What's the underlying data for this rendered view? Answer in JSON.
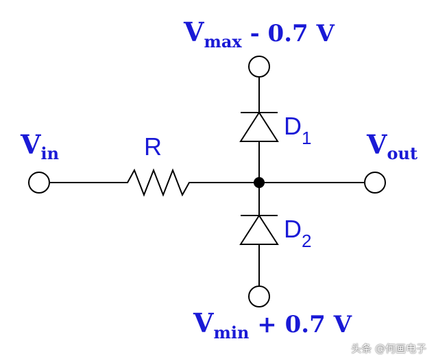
{
  "labels": {
    "vmax": {
      "main": "V",
      "sub": "max",
      "suffix": " - 0.7 V"
    },
    "vmin": {
      "main": "V",
      "sub": "min",
      "suffix": " + 0.7 V"
    },
    "vin": {
      "main": "V",
      "sub": "in"
    },
    "vout": {
      "main": "V",
      "sub": "out"
    },
    "resistor": "R",
    "d1": {
      "main": "D",
      "sub": "1"
    },
    "d2": {
      "main": "D",
      "sub": "2"
    }
  },
  "watermark": "头条 @何画电子",
  "colors": {
    "label": "#1a1ad6",
    "wire": "#000000",
    "background": "#ffffff"
  }
}
